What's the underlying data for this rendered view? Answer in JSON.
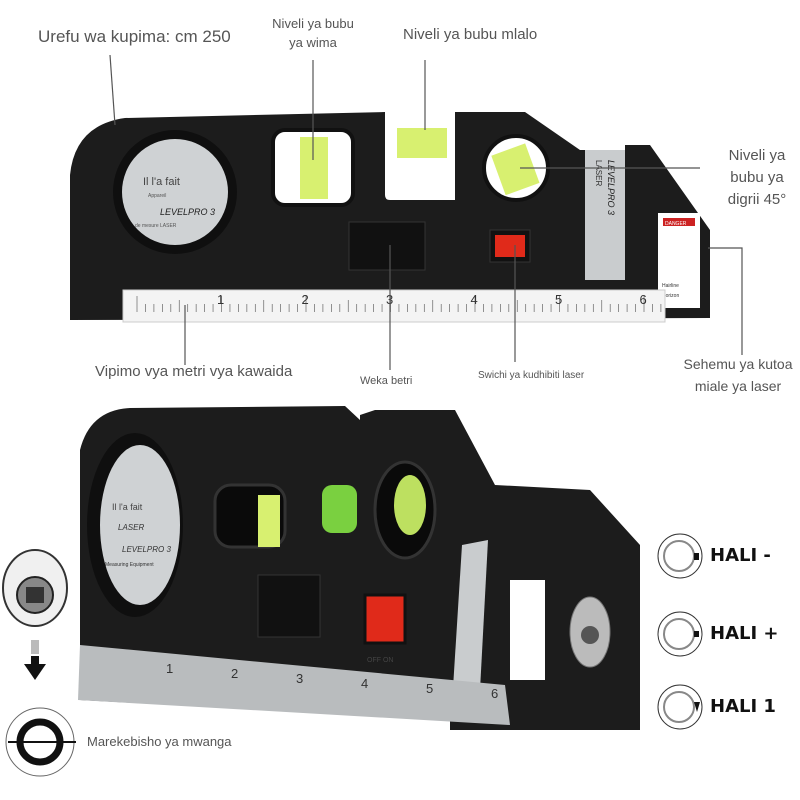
{
  "labels": {
    "measuring_length": "Urefu wa kupima: cm 250",
    "vertical_bubble": [
      "Niveli ya bubu",
      "ya wima"
    ],
    "horizontal_bubble": "Niveli ya bubu mlalo",
    "bubble_45": [
      "Niveli ya",
      "bubu ya",
      "digrii 45°"
    ],
    "metric_scale": "Vipimo vya metri vya kawaida",
    "battery": "Weka betri",
    "laser_switch": "Swichi ya kudhibiti laser",
    "laser_output": [
      "Sehemu ya kutoa",
      "miale ya laser"
    ],
    "light_adjust": "Marekebisho ya mwanga"
  },
  "modes": [
    "HALI -",
    "HALI +",
    "HALI 1"
  ],
  "device": {
    "badge": [
      "Il l'a fait",
      "Appareil",
      "LEVELPRO 3",
      "de mesure LASER"
    ],
    "badge_bottom": [
      "Il l'a fait",
      "LASER",
      "LEVELPRO 3",
      "Measuring Equipment"
    ],
    "side_plate": [
      "LASER",
      "LEVELPRO 3"
    ],
    "warning": [
      "DANGER",
      "Hairline",
      "Horizon"
    ],
    "ruler_numbers": [
      "1",
      "2",
      "3",
      "4",
      "5",
      "6"
    ],
    "switch_labels": "OFF ON"
  },
  "colors": {
    "body": "#1c1c1c",
    "bubble": "#d8f070",
    "switch": "#e02a1a",
    "plate": "#c9ccce"
  }
}
